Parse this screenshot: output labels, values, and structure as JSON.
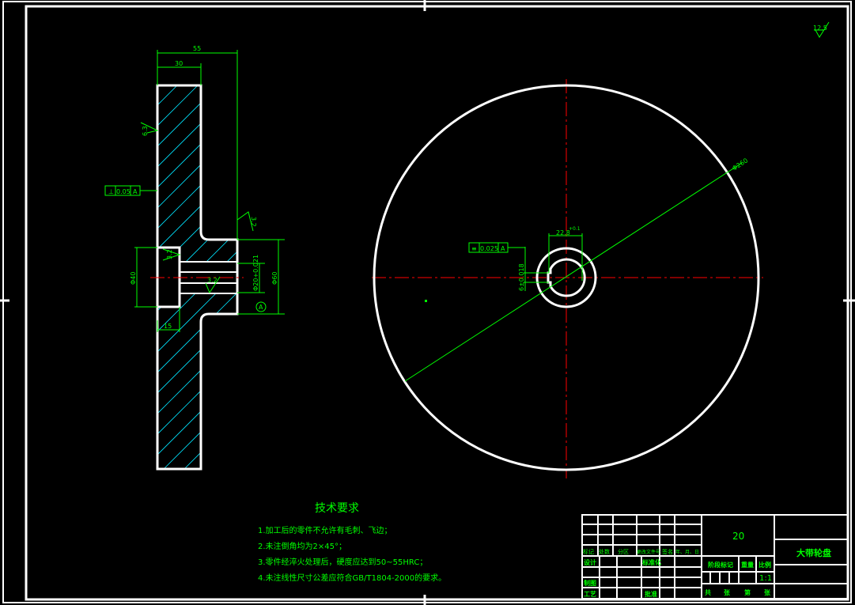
{
  "side_view": {
    "dim_overall_width": "55",
    "dim_web_width": "30",
    "dim_hub_step": "15",
    "dim_hub_diameter": "Φ40",
    "dim_outer_hub_diameter": "Φ60",
    "dim_bore": "Φ20+0.021",
    "roughness_web": "6.3",
    "roughness_hub_face": "3.2",
    "roughness_hub_step": "3.2",
    "roughness_bore": "3.2",
    "perpendicularity": {
      "symbol": "⊥",
      "tolerance": "0.05",
      "datum": "A"
    },
    "datum_label": "A"
  },
  "front_view": {
    "dim_outer_diameter": "Φ260",
    "dim_keyway_depth": "22.8",
    "dim_keyway_depth_tol": "+0.1",
    "dim_keyway_width": "6±0.018",
    "symmetry": {
      "symbol": "≡",
      "tolerance": "0.025",
      "datum": "A"
    }
  },
  "general_roughness": "12.5",
  "tech_requirements": {
    "title": "技术要求",
    "items": [
      "1.加工后的零件不允许有毛刺、飞边；",
      "2.未注倒角均为2×45°；",
      "3.零件经淬火处理后，硬度应达到50~55HRC；",
      "4.未注线性尺寸公差应符合GB/T1804-2000的要求。"
    ]
  },
  "title_block": {
    "revision_headers": [
      "标记",
      "处数",
      "分区",
      "更改文件号",
      "签名",
      "年、月、日"
    ],
    "design": "设计",
    "standardize": "标准化",
    "drafting": "制图",
    "process": "工艺",
    "approve": "批准",
    "stage_mark": "阶段标记",
    "weight": "重量",
    "scale_label": "比例",
    "scale": "1:1",
    "sheet_info": [
      "共",
      "张",
      "第",
      "张"
    ],
    "material": "20",
    "part_name": "大带轮盘"
  }
}
